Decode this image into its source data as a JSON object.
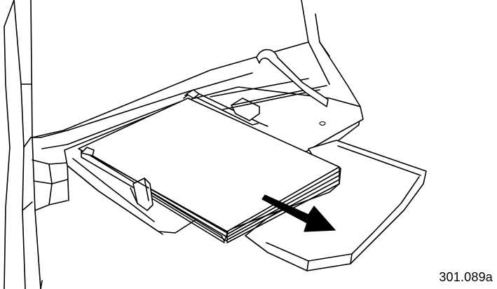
{
  "figure": {
    "code": "301.089a"
  },
  "icons": [
    "printer-body",
    "bypass-tray",
    "output-tray",
    "paper-stack",
    "paper-guide",
    "direction-arrow"
  ],
  "colors": {
    "line": "#000000",
    "background": "#ffffff"
  }
}
